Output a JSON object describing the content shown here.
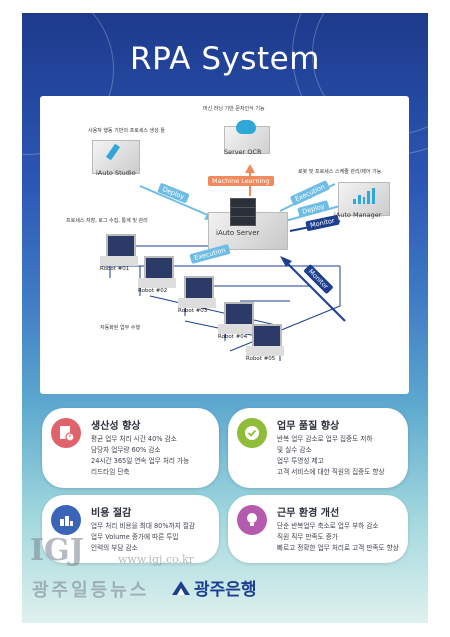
{
  "title": "RPA System",
  "diagram": {
    "captions": {
      "ocr_caption": "머신 러닝 기반 문자인식 기능",
      "studio_caption": "사용자 행동 기반의 프로세스 생성 툴",
      "manager_caption": "로봇 및 프로세스 스케줄 관리/제어 기능",
      "server_caption": "프로세스 저장, 로그 수집, 통계 및 관리",
      "robots_caption": "자동화된 업무 수행"
    },
    "nodes": {
      "ocr": "Server OCR",
      "studio": "iAuto Studio",
      "server": "iAuto Server",
      "manager": "iAuto Manager"
    },
    "arrows": {
      "machine_learning": "Machine Learning",
      "deploy_left": "Deploy",
      "execution": "Execution",
      "deploy_right": "Deploy",
      "monitor_top": "Monitor",
      "execution_robots": "Execution",
      "monitor_bottom": "Monitor"
    },
    "robots": [
      "Robot #01",
      "Robot #02",
      "Robot #03",
      "Robot #04",
      "Robot #05"
    ]
  },
  "cards": [
    {
      "title": "생산성 향상",
      "icon": "document-clock-icon",
      "color": "#e0626a",
      "lines": [
        "평균 업무 처리 시간 40% 감소",
        "담당자 업무량 60% 감소",
        "24시간 365일 연속 업무 처리 가능",
        "리드타임 단축"
      ]
    },
    {
      "title": "업무 품질 향상",
      "icon": "check-badge-icon",
      "color": "#8fbd3a",
      "lines": [
        "반복 업무 감소로 업무 집중도 저하",
        "및 실수 감소",
        "업무 투명성 제고",
        "고객 서비스에 대한 직원의 집중도 향상"
      ]
    },
    {
      "title": "비용 절감",
      "icon": "coins-icon",
      "color": "#3a64b8",
      "lines": [
        "업무 처리 비용을 최대 80%까지 절감",
        "업무 Volume 증가에 따른 투입",
        "인력의 부담 감소"
      ]
    },
    {
      "title": "근무 환경 개선",
      "icon": "lightbulb-icon",
      "color": "#b45bb0",
      "lines": [
        "단순 반복업무 축소로 업무 부하 감소",
        "직원 직무 만족도 증가",
        "빠르고 정확한 업무 처리로 고객 만족도 향상"
      ]
    }
  ],
  "watermark": {
    "mark": "IGJ",
    "url": "www.igj.co.kr",
    "name": "광주일등뉴스"
  },
  "logo": {
    "text": "광주은행"
  }
}
